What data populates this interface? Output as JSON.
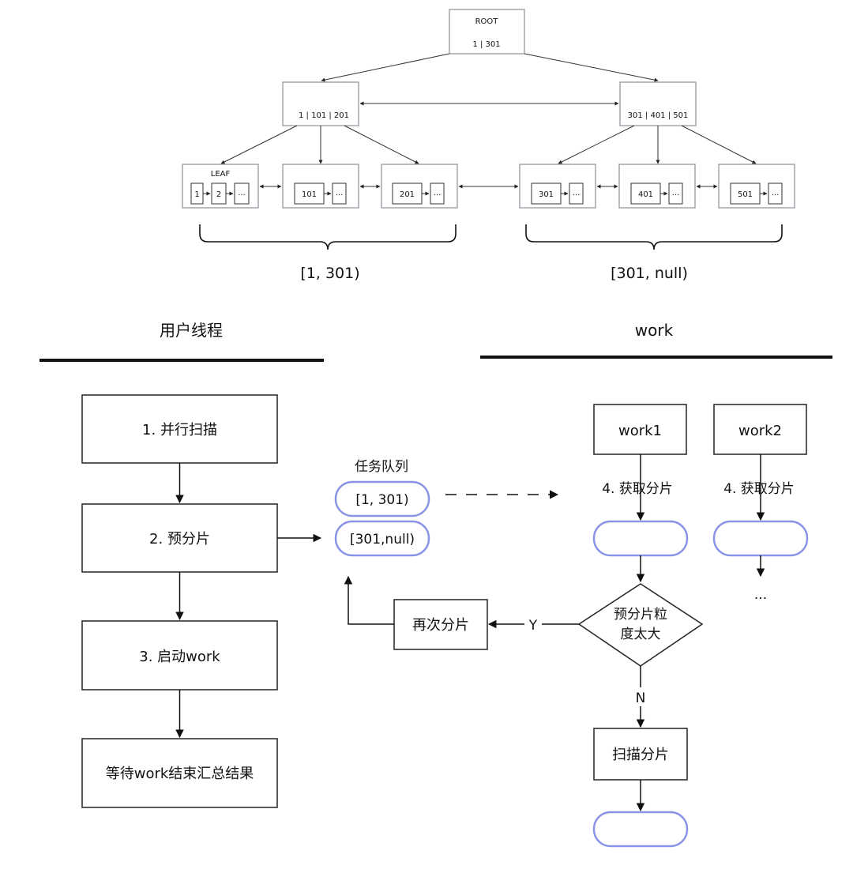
{
  "tree": {
    "root": {
      "title": "ROOT",
      "keys": "1 | 301"
    },
    "internal": [
      {
        "keys": "1 | 101 | 201"
      },
      {
        "keys": "301 | 401 | 501"
      }
    ],
    "leaf_label": "LEAF",
    "leaf_cells": [
      [
        "1",
        "2",
        "..."
      ],
      [
        "101",
        "..."
      ],
      [
        "201",
        "..."
      ],
      [
        "301",
        "..."
      ],
      [
        "401",
        "..."
      ],
      [
        "501",
        "..."
      ]
    ],
    "ranges": [
      "[1, 301)",
      "[301, null)"
    ]
  },
  "lanes": {
    "left_title": "用户线程",
    "right_title": "work"
  },
  "user_steps": [
    "1. 并行扫描",
    "2. 预分片",
    "3. 启动work",
    "等待work结束汇总结果"
  ],
  "queue": {
    "title": "任务队列",
    "items": [
      "[1, 301)",
      "[301,null)"
    ]
  },
  "workers": [
    {
      "name": "work1",
      "step": "4. 获取分片",
      "continuation": ""
    },
    {
      "name": "work2",
      "step": "4. 获取分片",
      "continuation": "..."
    }
  ],
  "decision": {
    "line1": "预分片粒",
    "line2": "度太大",
    "yes_label": "Y",
    "no_label": "N"
  },
  "resplit_label": "再次分片",
  "scan_label": "扫描分片"
}
